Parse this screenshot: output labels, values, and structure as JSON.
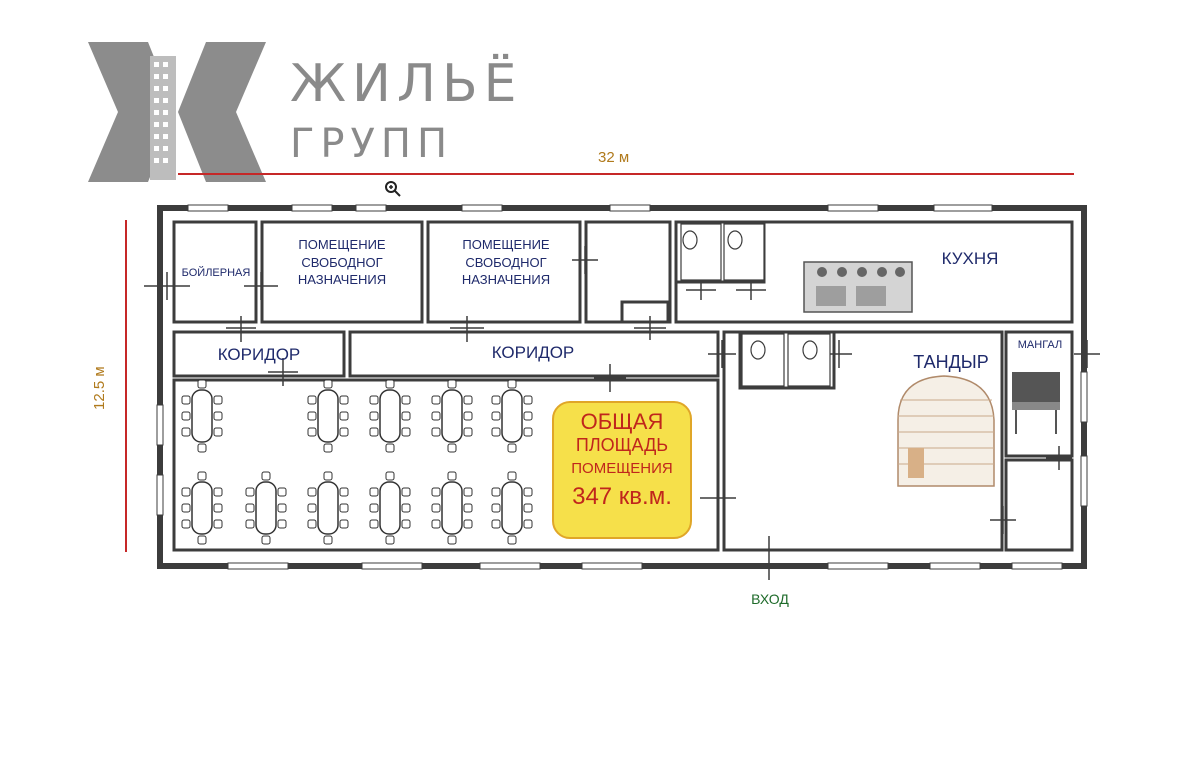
{
  "logo": {
    "line1": "ЖИЛЬЁ",
    "line2": "ГРУПП",
    "icon": "building-logo"
  },
  "dimensions": {
    "width": "32 м",
    "height": "12.5 м"
  },
  "rooms": {
    "boiler": "БОЙЛЕРНАЯ",
    "free1": [
      "ПОМЕЩЕНИЕ",
      "СВОБОДНОГ",
      "НАЗНАЧЕНИЯ"
    ],
    "free2": [
      "ПОМЕЩЕНИЕ",
      "СВОБОДНОГ",
      "НАЗНАЧЕНИЯ"
    ],
    "kitchen": "КУХНЯ",
    "corridor1": "КОРИДОР",
    "corridor2": "КОРИДОР",
    "tandoor": "ТАНДЫР",
    "grill": "МАНГАЛ",
    "entrance": "ВХОД"
  },
  "total_area": {
    "line1": "ОБЩАЯ",
    "line2": "ПЛОЩАДЬ",
    "line3": "ПОМЕЩЕНИЯ",
    "line4": "347 кв.м."
  },
  "colors": {
    "wall": "#3c3c3c",
    "dimension_red": "#c62828",
    "dimension_text": "#b07a1c",
    "label_blue": "#1f2a6b",
    "entrance_green": "#1e6b2a",
    "badge_fill": "#f6e04a",
    "badge_text": "#c0261c"
  }
}
